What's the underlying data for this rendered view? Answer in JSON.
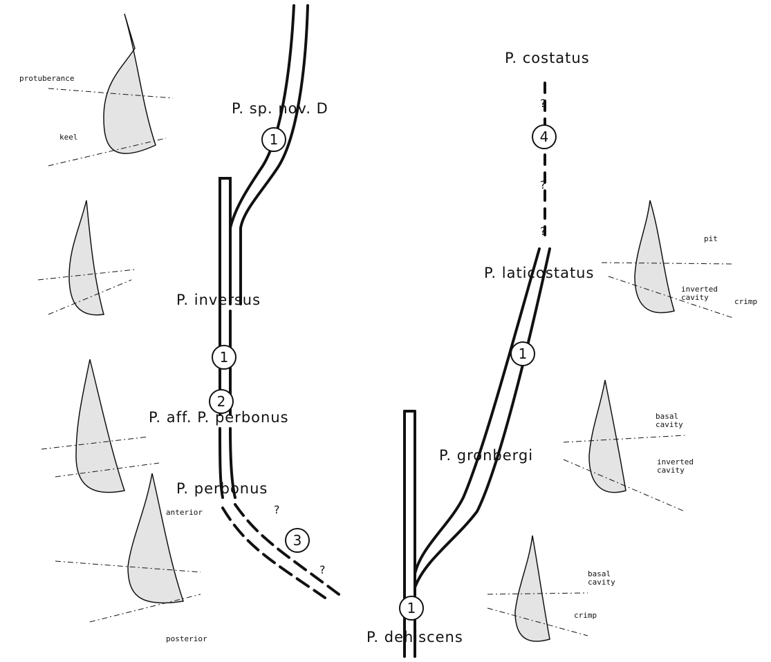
{
  "taxa": {
    "sp_nov_d": "P. sp. nov. D",
    "inversus": "P. inversus",
    "aff_perbonus": "P. aff. P. perbonus",
    "perbonus": "P. perbonus",
    "dehiscens": "P. dehiscens",
    "gronbergi": "P. gronbergi",
    "laticostatus": "P. laticostatus",
    "costatus": "P. costatus"
  },
  "markers": {
    "m1": "1",
    "m2": "2",
    "m3": "3",
    "m4": "4"
  },
  "uncertain": "?",
  "annotations": {
    "protuberance": "protuberance",
    "keel": "keel",
    "pit": "pit",
    "inverted_cavity": "inverted cavity",
    "crimp": "crimp",
    "basal_cavity": "basal cavity",
    "anterior": "anterior",
    "posterior": "posterior"
  }
}
